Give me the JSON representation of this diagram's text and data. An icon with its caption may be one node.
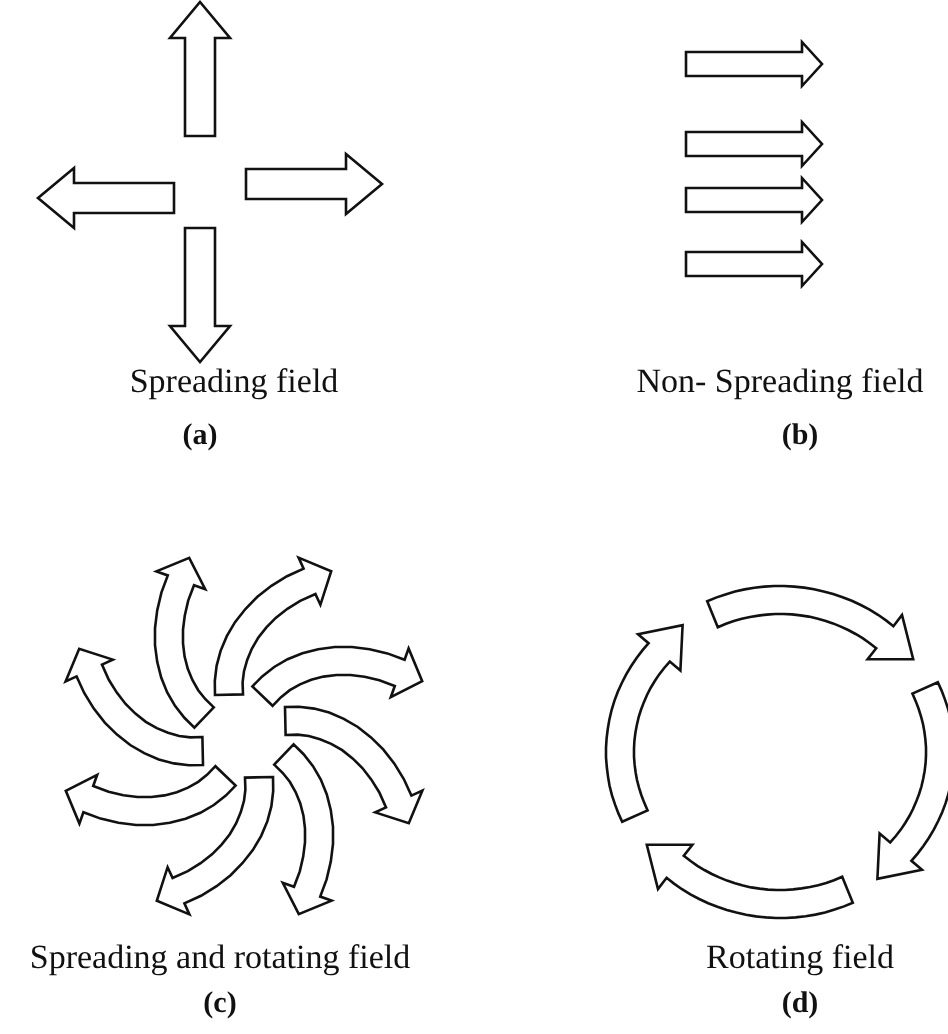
{
  "diagram": {
    "labels": [
      "Spreading field",
      "(a)",
      "Non- Spreading field",
      "(b)",
      "Spreading and rotating field",
      "(c)",
      "Rotating field",
      "(d)"
    ]
  }
}
